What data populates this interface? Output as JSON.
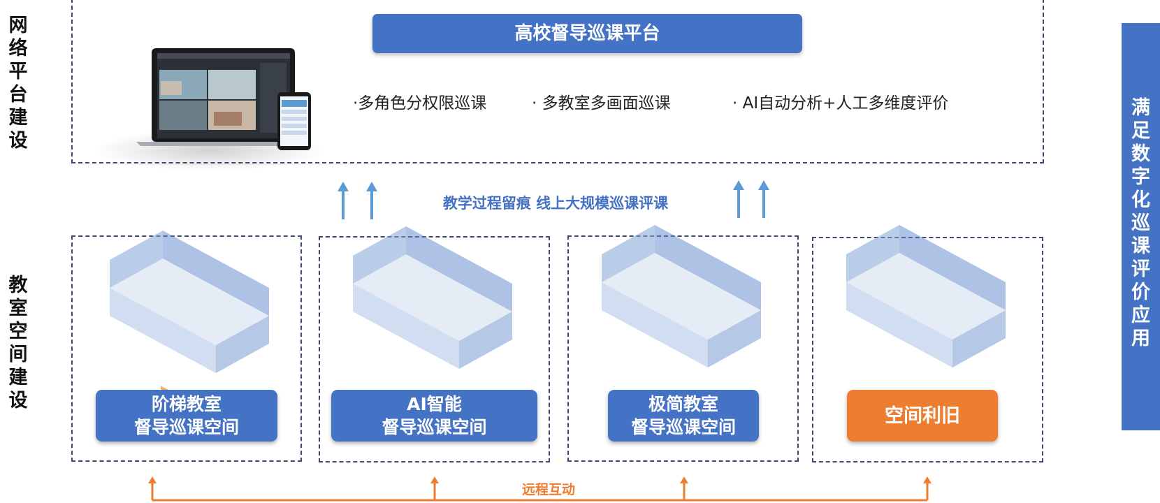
{
  "left_labels": {
    "network": "网\n络\n平\n台\n建\n设",
    "space": "教\n室\n空\n间\n建\n设"
  },
  "right_panel": {
    "text": "满\n足\n数\n字\n化\n巡\n课\n评\n价\n应\n用"
  },
  "platform": {
    "title": "高校督导巡课平台",
    "features": [
      "·多角色分权限巡课",
      "· 多教室多画面巡课",
      "· AI自动分析+人工多维度评价"
    ]
  },
  "middle_caption": "教学过程留痕 线上大规模巡课评课",
  "classrooms": [
    {
      "line1": "阶梯教室",
      "line2": "督导巡课空间",
      "style": "blue"
    },
    {
      "line1": "AI智能",
      "line2": "督导巡课空间",
      "style": "blue"
    },
    {
      "line1": "极简教室",
      "line2": "督导巡课空间",
      "style": "blue"
    },
    {
      "line1": "空间利旧",
      "line2": "",
      "style": "orange"
    }
  ],
  "bottom_caption": "远程互动",
  "colors": {
    "primary_blue": "#4472c4",
    "accent_orange": "#ed7d31",
    "arrow_blue": "#5b9bd5",
    "dash_navy": "#3d4a6e"
  }
}
